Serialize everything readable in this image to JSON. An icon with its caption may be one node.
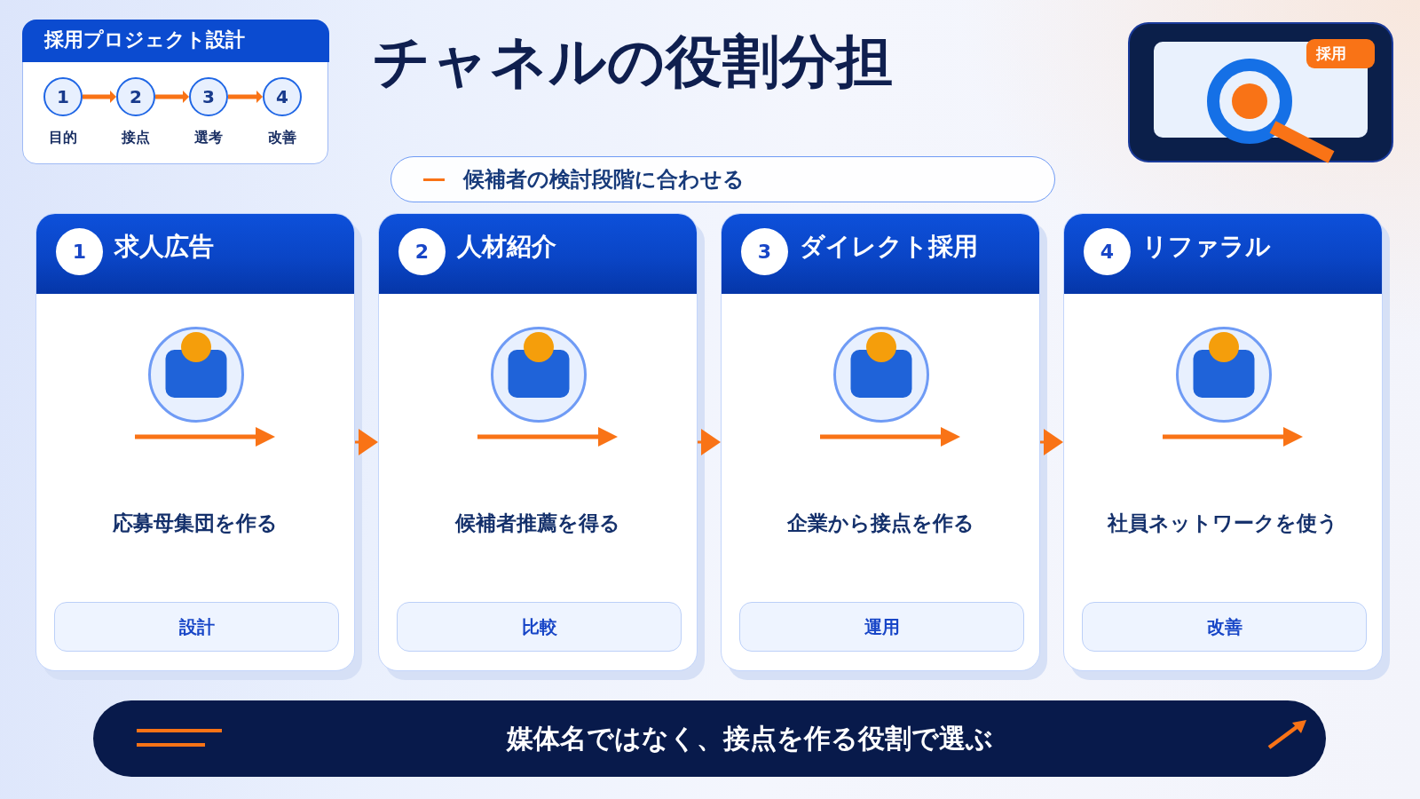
{
  "diagram": {
    "title": "チャネルの役割分担",
    "nodes": [
      {
        "text": [
          "採用プロジェクト設計"
        ]
      },
      {
        "text": [
          "1"
        ],
        "in": 0,
        "beside": [
          "目的"
        ]
      },
      {
        "text": [
          "2"
        ],
        "in": 0,
        "beside": [
          "接点"
        ]
      },
      {
        "text": [
          "3"
        ],
        "in": 0,
        "beside": [
          "選考"
        ]
      },
      {
        "text": [
          "4"
        ],
        "in": 0,
        "beside": [
          "改善"
        ]
      },
      {
        "text": [
          "採用"
        ]
      },
      {
        "text": [
          "候補者の検討段階に合わせる"
        ]
      },
      {
        "text": [
          "求人広告",
          "応募母集団を作る"
        ]
      },
      {
        "text": [
          "1"
        ],
        "in": 7
      },
      {
        "text": [
          "設計"
        ],
        "in": 7
      },
      {
        "text": [
          "人材紹介",
          "候補者推薦を得る"
        ]
      },
      {
        "text": [
          "2"
        ],
        "in": 10
      },
      {
        "text": [
          "比較"
        ],
        "in": 10
      },
      {
        "text": [
          "ダイレクト採用",
          "企業から接点を作る"
        ]
      },
      {
        "text": [
          "3"
        ],
        "in": 13
      },
      {
        "text": [
          "運用"
        ],
        "in": 13
      },
      {
        "text": [
          "リファラル",
          "社員ネットワークを使う"
        ]
      },
      {
        "text": [
          "4"
        ],
        "in": 16
      },
      {
        "text": [
          "改善"
        ],
        "in": 16
      },
      {
        "text": [
          "媒体名ではなく、接点を作る役割で選ぶ"
        ]
      }
    ],
    "edges": [
      {
        "from": 1,
        "to": 2,
        "arrow": "to"
      },
      {
        "from": 2,
        "to": 3,
        "arrow": "to"
      },
      {
        "from": 3,
        "to": 4,
        "arrow": "to"
      },
      {
        "from": 7,
        "to": 10,
        "arrow": "to"
      },
      {
        "from": 10,
        "to": 13,
        "arrow": "to"
      },
      {
        "from": 13,
        "to": 16,
        "arrow": "to"
      }
    ]
  }
}
